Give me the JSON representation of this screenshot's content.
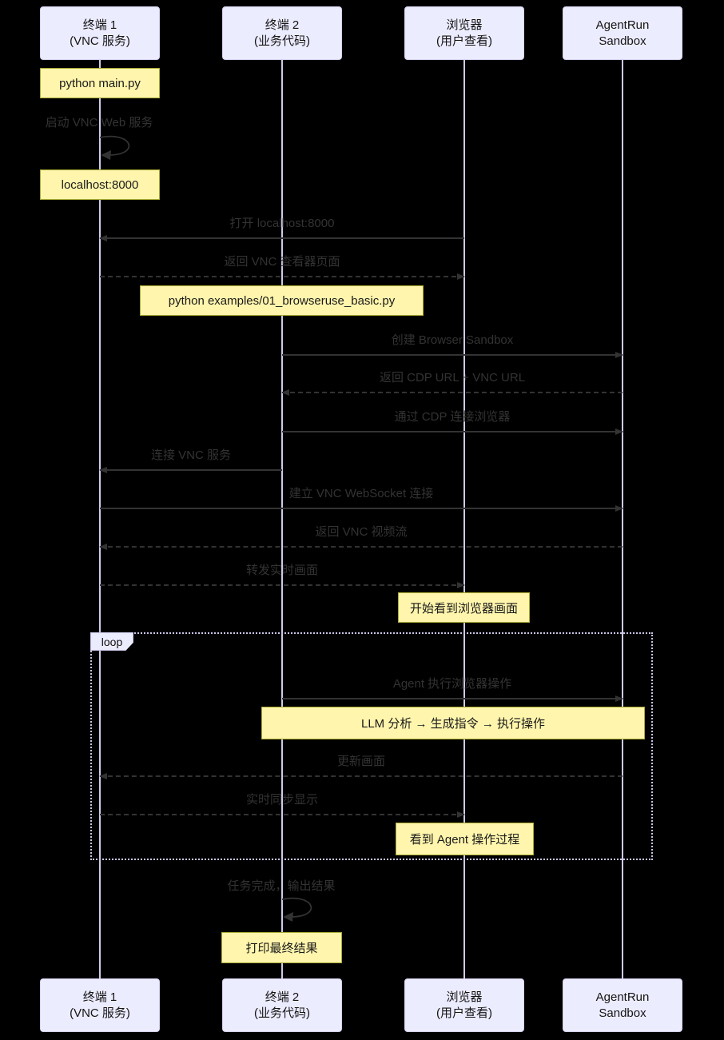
{
  "diagram": {
    "type": "sequence-diagram",
    "loop_label": "loop",
    "participants": [
      {
        "name": "终端 1",
        "subtitle": "(VNC 服务)"
      },
      {
        "name": "终端 2",
        "subtitle": "(业务代码)"
      },
      {
        "name": "浏览器",
        "subtitle": "(用户查看)"
      },
      {
        "name": "AgentRun",
        "subtitle": "Sandbox"
      }
    ],
    "notes": [
      {
        "over": "终端 1",
        "label": "python main.py"
      },
      {
        "over": "终端 1",
        "label": "localhost:8000"
      },
      {
        "over": "终端 2",
        "label": "python examples/01_browseruse_basic.py"
      },
      {
        "over": "浏览器",
        "label": "开始看到浏览器画面"
      },
      {
        "over": "终端 2,AgentRun Sandbox",
        "label": "LLM 分析 → 生成指令 → 执行操作"
      },
      {
        "over": "浏览器",
        "label": "看到 Agent 操作过程"
      },
      {
        "over": "终端 2",
        "label": "打印最终结果"
      }
    ],
    "self_messages": [
      {
        "on": "终端 1",
        "label": "启动 VNC Web 服务"
      },
      {
        "on": "终端 2",
        "label": "任务完成，输出结果"
      }
    ],
    "messages": [
      {
        "from": "浏览器",
        "to": "终端 1",
        "style": "solid",
        "label": "打开 localhost:8000"
      },
      {
        "from": "终端 1",
        "to": "浏览器",
        "style": "dashed",
        "label": "返回 VNC 查看器页面"
      },
      {
        "from": "终端 2",
        "to": "AgentRun Sandbox",
        "style": "solid",
        "label": "创建 Browser Sandbox"
      },
      {
        "from": "AgentRun Sandbox",
        "to": "终端 2",
        "style": "dashed",
        "label": "返回 CDP URL + VNC URL"
      },
      {
        "from": "终端 2",
        "to": "AgentRun Sandbox",
        "style": "solid",
        "label": "通过 CDP 连接浏览器"
      },
      {
        "from": "终端 2",
        "to": "终端 1",
        "style": "solid",
        "label": "连接 VNC 服务"
      },
      {
        "from": "终端 1",
        "to": "AgentRun Sandbox",
        "style": "solid",
        "label": "建立 VNC WebSocket 连接"
      },
      {
        "from": "AgentRun Sandbox",
        "to": "终端 1",
        "style": "dashed",
        "label": "返回 VNC 视频流"
      },
      {
        "from": "终端 1",
        "to": "浏览器",
        "style": "dashed",
        "label": "转发实时画面"
      },
      {
        "from": "终端 2",
        "to": "AgentRun Sandbox",
        "style": "solid",
        "label": "Agent 执行浏览器操作",
        "in_loop": true
      },
      {
        "from": "AgentRun Sandbox",
        "to": "终端 1",
        "style": "dashed",
        "label": "更新画面",
        "in_loop": true
      },
      {
        "from": "终端 1",
        "to": "浏览器",
        "style": "dashed",
        "label": "实时同步显示",
        "in_loop": true
      }
    ]
  },
  "colors": {
    "background": "#000000",
    "actor_fill": "#ECECFF",
    "note_fill": "#FFF5AD",
    "note_border": "#AAAA33",
    "message_text": "#333333",
    "arrow_line": "#333333",
    "lifeline": "#CFCBE9"
  }
}
